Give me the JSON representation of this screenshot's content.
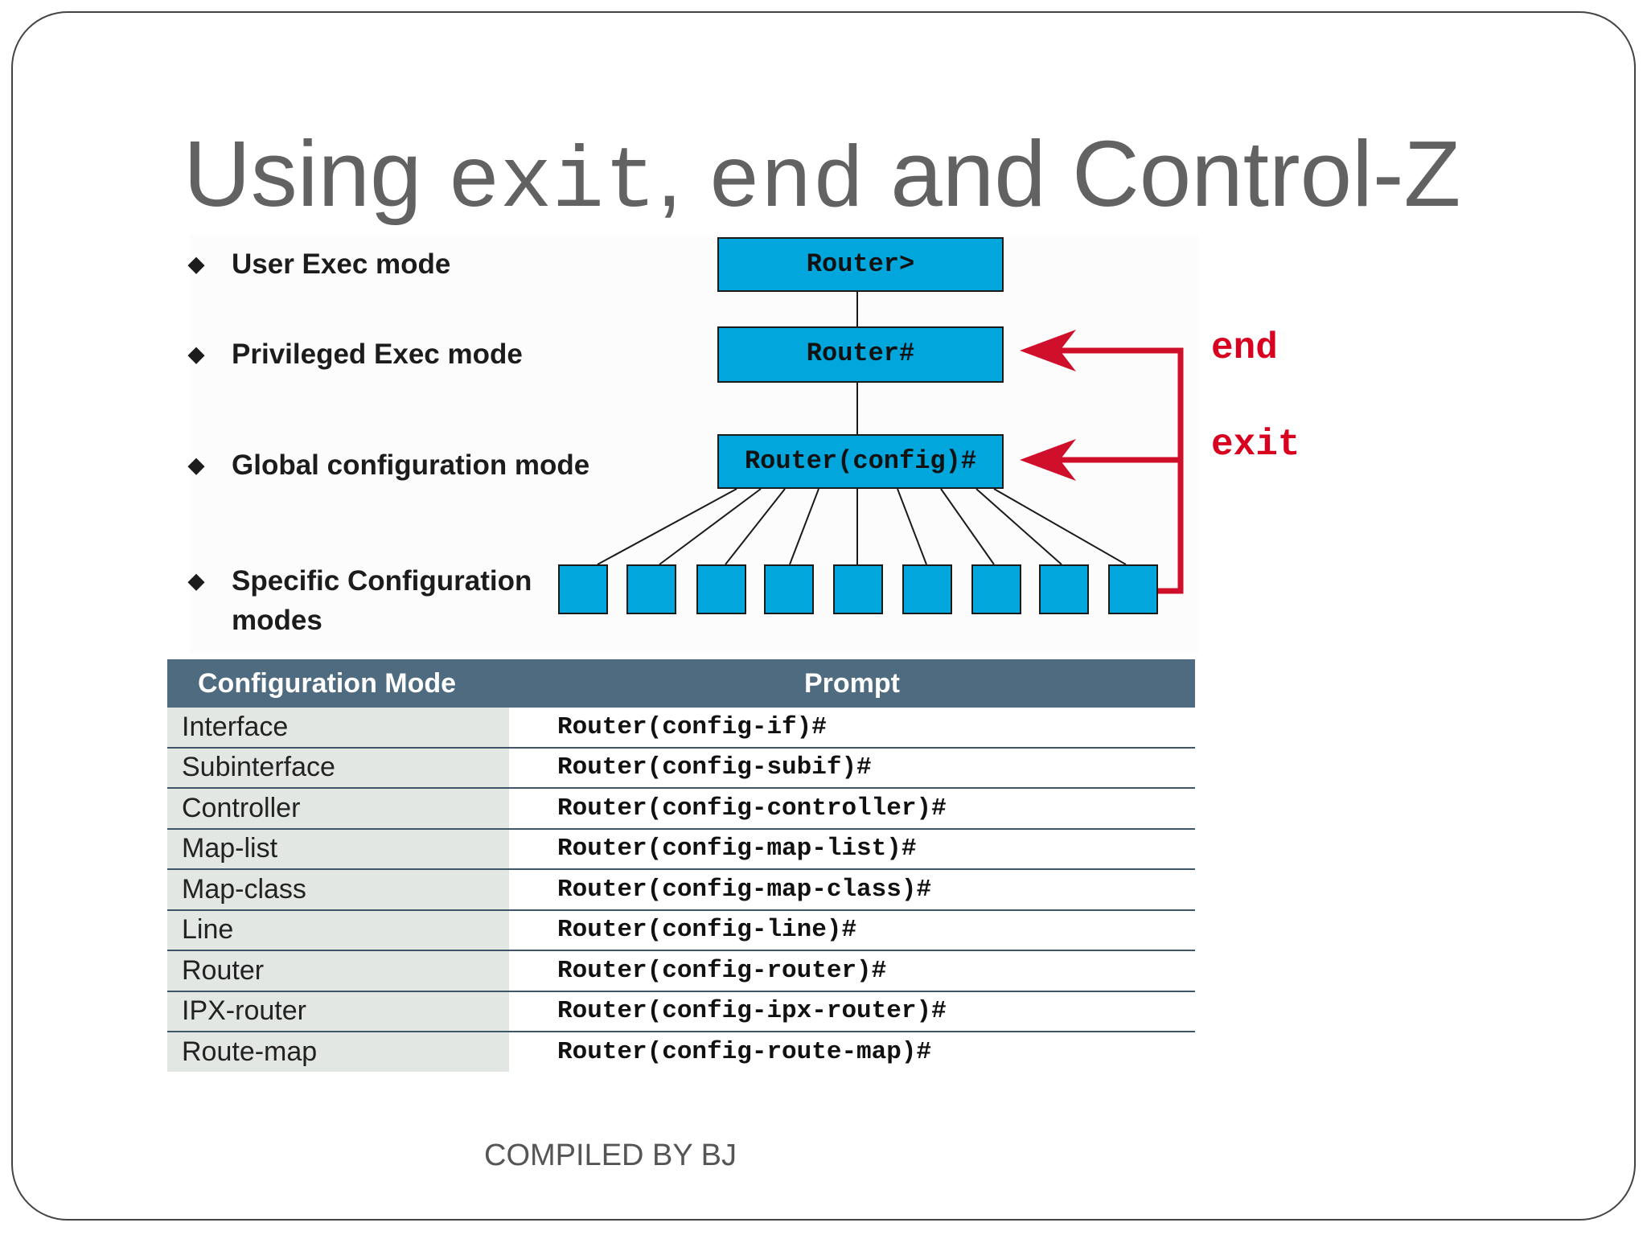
{
  "title": {
    "prefix": "Using ",
    "cmd_exit": "exit",
    "comma": ", ",
    "cmd_end": "end",
    "suffix": " and Control-Z"
  },
  "modes": [
    {
      "bullet": "◆",
      "label": "User Exec mode"
    },
    {
      "bullet": "◆",
      "label": "Privileged Exec mode"
    },
    {
      "bullet": "◆",
      "label": "Global configuration mode"
    },
    {
      "bullet": "◆",
      "label_line1": "Specific Configuration",
      "label_line2": "modes"
    }
  ],
  "diagram": {
    "router_user": "Router>",
    "router_priv": "Router#",
    "router_config": "Router(config)#",
    "label_end": "end",
    "label_exit": "exit",
    "colors": {
      "box_fill": "#00a6dc",
      "arrow": "#d0102a",
      "label": "#d9001f"
    }
  },
  "table": {
    "headers": [
      "Configuration Mode",
      "Prompt"
    ],
    "rows": [
      {
        "mode": "Interface",
        "prompt": "Router(config-if)#"
      },
      {
        "mode": "Subinterface",
        "prompt": "Router(config-subif)#"
      },
      {
        "mode": "Controller",
        "prompt": "Router(config-controller)#"
      },
      {
        "mode": "Map-list",
        "prompt": "Router(config-map-list)#"
      },
      {
        "mode": "Map-class",
        "prompt": "Router(config-map-class)#"
      },
      {
        "mode": "Line",
        "prompt": "Router(config-line)#"
      },
      {
        "mode": "Router",
        "prompt": "Router(config-router)#"
      },
      {
        "mode": "IPX-router",
        "prompt": "Router(config-ipx-router)#"
      },
      {
        "mode": "Route-map",
        "prompt": "Router(config-route-map)#"
      }
    ],
    "colors": {
      "header_bg": "#4f6b7f",
      "mode_cell_bg": "#e3e7e4"
    }
  },
  "footer": "COMPILED BY BJ"
}
